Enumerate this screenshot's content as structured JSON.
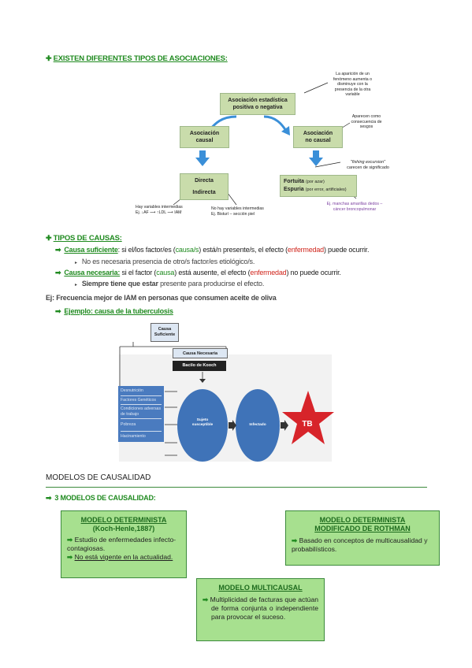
{
  "section1": {
    "heading": "EXISTEN DIFERENTES TIPOS DE ASOCIACIONES:",
    "diagram": {
      "top_box": [
        "Asociación estadística",
        "positiva o negativa"
      ],
      "note_top": [
        "La aparición de un",
        "fenómeno aumenta o",
        "disminuye con la",
        "presencia de la otra",
        "variable"
      ],
      "causal_box": [
        "Asociación",
        "causal"
      ],
      "no_causal_box": [
        "Asociación",
        "no causal"
      ],
      "note_sesgos": [
        "Aparecen como",
        "consecuencia de",
        "sesgos"
      ],
      "directa": "Directa",
      "indirecta": "Indirecta",
      "note_fishing": [
        "\"fishing excursion\"",
        "carecen de significado"
      ],
      "fortuita": "Fortuita",
      "fortuita_sub": "(por azar)",
      "espuria": "Espuria",
      "espuria_sub": "(por error, artificiales)",
      "note_vars": [
        "Hay variables intermedias",
        "Ej. ↓AF ⟶ ↑LDL ⟶ IAM"
      ],
      "note_novars": [
        "No hay variables intermedias",
        "Ej. Bisturí – sección piel"
      ],
      "note_ej": [
        "Ej. manchas amarillas dedos –",
        "cáncer broncopulmonar"
      ],
      "note_ej_color": "#7b3fa0"
    }
  },
  "section2": {
    "heading": "TIPOS DE CAUSAS:",
    "suf_label": "Causa suficiente",
    "suf_a": ": si el/los factor/es (",
    "suf_b": "causa/s",
    "suf_c": ") está/n presente/s, el efecto (",
    "suf_d": "enfermedad",
    "suf_e": ") puede ocurrir.",
    "suf_sub": "No es necesaria presencia de otro/s factor/es etiológico/s.",
    "nec_label": "Causa necesaria:",
    "nec_a": " si el factor (",
    "nec_b": "causa",
    "nec_c": ") está ausente, el efecto (",
    "nec_d": "enfermedad",
    "nec_e": ") no puede ocurrir.",
    "nec_sub_bold": "Siempre tiene que estar",
    "nec_sub_rest": " presente para producirse el efecto.",
    "ej": "Ej: Frecuencia mejor de IAM en personas que consumen aceite de oliva",
    "ej2": "Ejemplo: causa de la tuberculosis"
  },
  "tb_diagram": {
    "causa_suficiente": [
      "Causa",
      "Suficiente"
    ],
    "causa_necesaria": "Causa Necesaria",
    "bacilo": "Bacilo de Kooch",
    "factors": [
      "Desnutrición",
      "Factores Genéticos",
      "Condiciones adversas de trabajo",
      "Pobreza",
      "Hacinamiento"
    ],
    "sujeto": [
      "Sujeto",
      "susceptible"
    ],
    "infectado": "Infectado",
    "tb": "TB",
    "colors": {
      "blue": "#4a7bbf",
      "ellipse": "#3f73b8",
      "star": "#d7242a"
    }
  },
  "section3": {
    "heading": "MODELOS DE CAUSALIDAD",
    "sub": "3 MODELOS DE CAUSALIDAD:",
    "m1_title": "MODELO DETERMINISTA",
    "m1_sub": "(Koch-Henle,1887)",
    "m1_a": "Estudio de enfermedades infecto-contagiosas.",
    "m1_b": "No está vigente en la actualidad.",
    "m2_title_1": "MODELO DETERMINISTA",
    "m2_title_2": "MODIFICADO DE ROTHMAN",
    "m2_a": "Basado en conceptos de multicausalidad y probabilísticos.",
    "m3_title": "MODELO MULTICAUSAL",
    "m3_a": "Multiplicidad de facturas que actúan de forma conjunta o independiente para provocar el suceso."
  }
}
